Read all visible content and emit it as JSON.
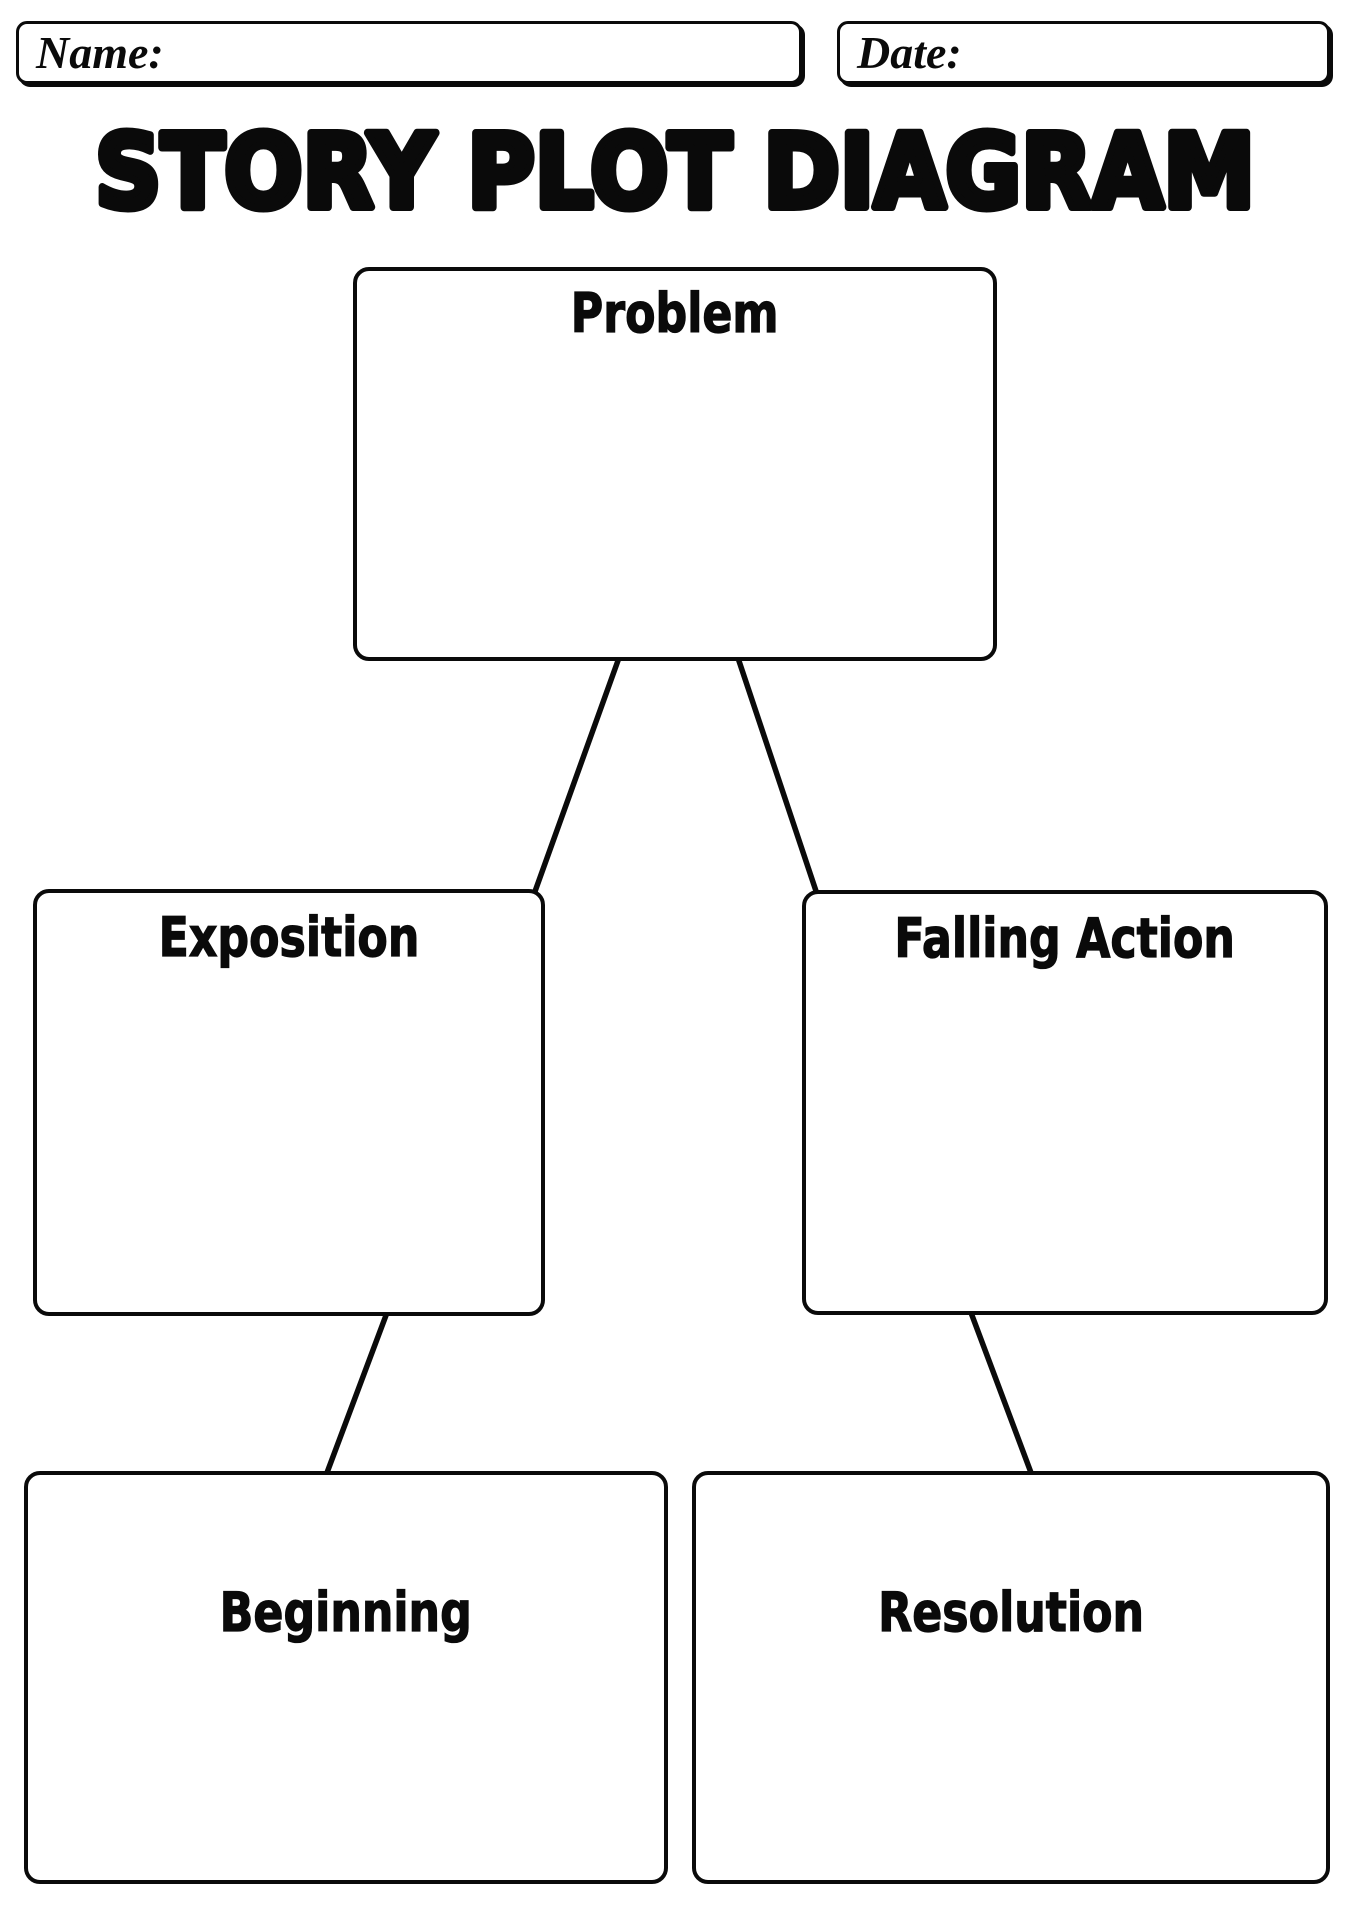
{
  "header": {
    "name_label": "Name:",
    "name_value": "",
    "date_label": "Date:",
    "date_value": ""
  },
  "title": "STORY PLOT DIAGRAM",
  "diagram": {
    "nodes": [
      {
        "id": "problem",
        "label": "Problem",
        "content": ""
      },
      {
        "id": "exposition",
        "label": "Exposition",
        "content": ""
      },
      {
        "id": "falling-action",
        "label": "Falling Action",
        "content": ""
      },
      {
        "id": "beginning",
        "label": "Beginning",
        "content": ""
      },
      {
        "id": "resolution",
        "label": "Resolution",
        "content": ""
      }
    ],
    "connections": [
      {
        "from": "problem",
        "to": "exposition"
      },
      {
        "from": "problem",
        "to": "falling-action"
      },
      {
        "from": "exposition",
        "to": "beginning"
      },
      {
        "from": "falling-action",
        "to": "resolution"
      }
    ]
  },
  "colors": {
    "ink": "#0a0a0a",
    "paper": "#ffffff"
  }
}
